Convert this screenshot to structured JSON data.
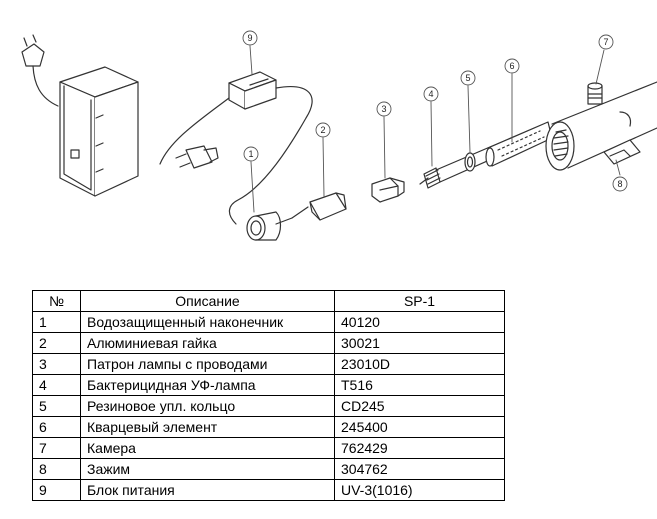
{
  "diagram": {
    "callouts": [
      "1",
      "2",
      "3",
      "4",
      "5",
      "6",
      "7",
      "8",
      "9"
    ]
  },
  "table": {
    "headers": [
      "№",
      "Описание",
      "SP-1"
    ],
    "rows": [
      {
        "num": "1",
        "description": "Водозащищенный наконечник",
        "code": "40120"
      },
      {
        "num": "2",
        "description": "Алюминиевая гайка",
        "code": "30021"
      },
      {
        "num": "3",
        "description": "Патрон лампы с проводами",
        "code": "23010D"
      },
      {
        "num": "4",
        "description": "Бактерицидная УФ-лампа",
        "code": "T516"
      },
      {
        "num": "5",
        "description": "Резиновое упл. кольцо",
        "code": "CD245"
      },
      {
        "num": "6",
        "description": "Кварцевый элемент",
        "code": "245400"
      },
      {
        "num": "7",
        "description": "Камера",
        "code": "762429"
      },
      {
        "num": "8",
        "description": "Зажим",
        "code": "304762"
      },
      {
        "num": "9",
        "description": "Блок питания",
        "code": "UV-3(1016)"
      }
    ]
  }
}
